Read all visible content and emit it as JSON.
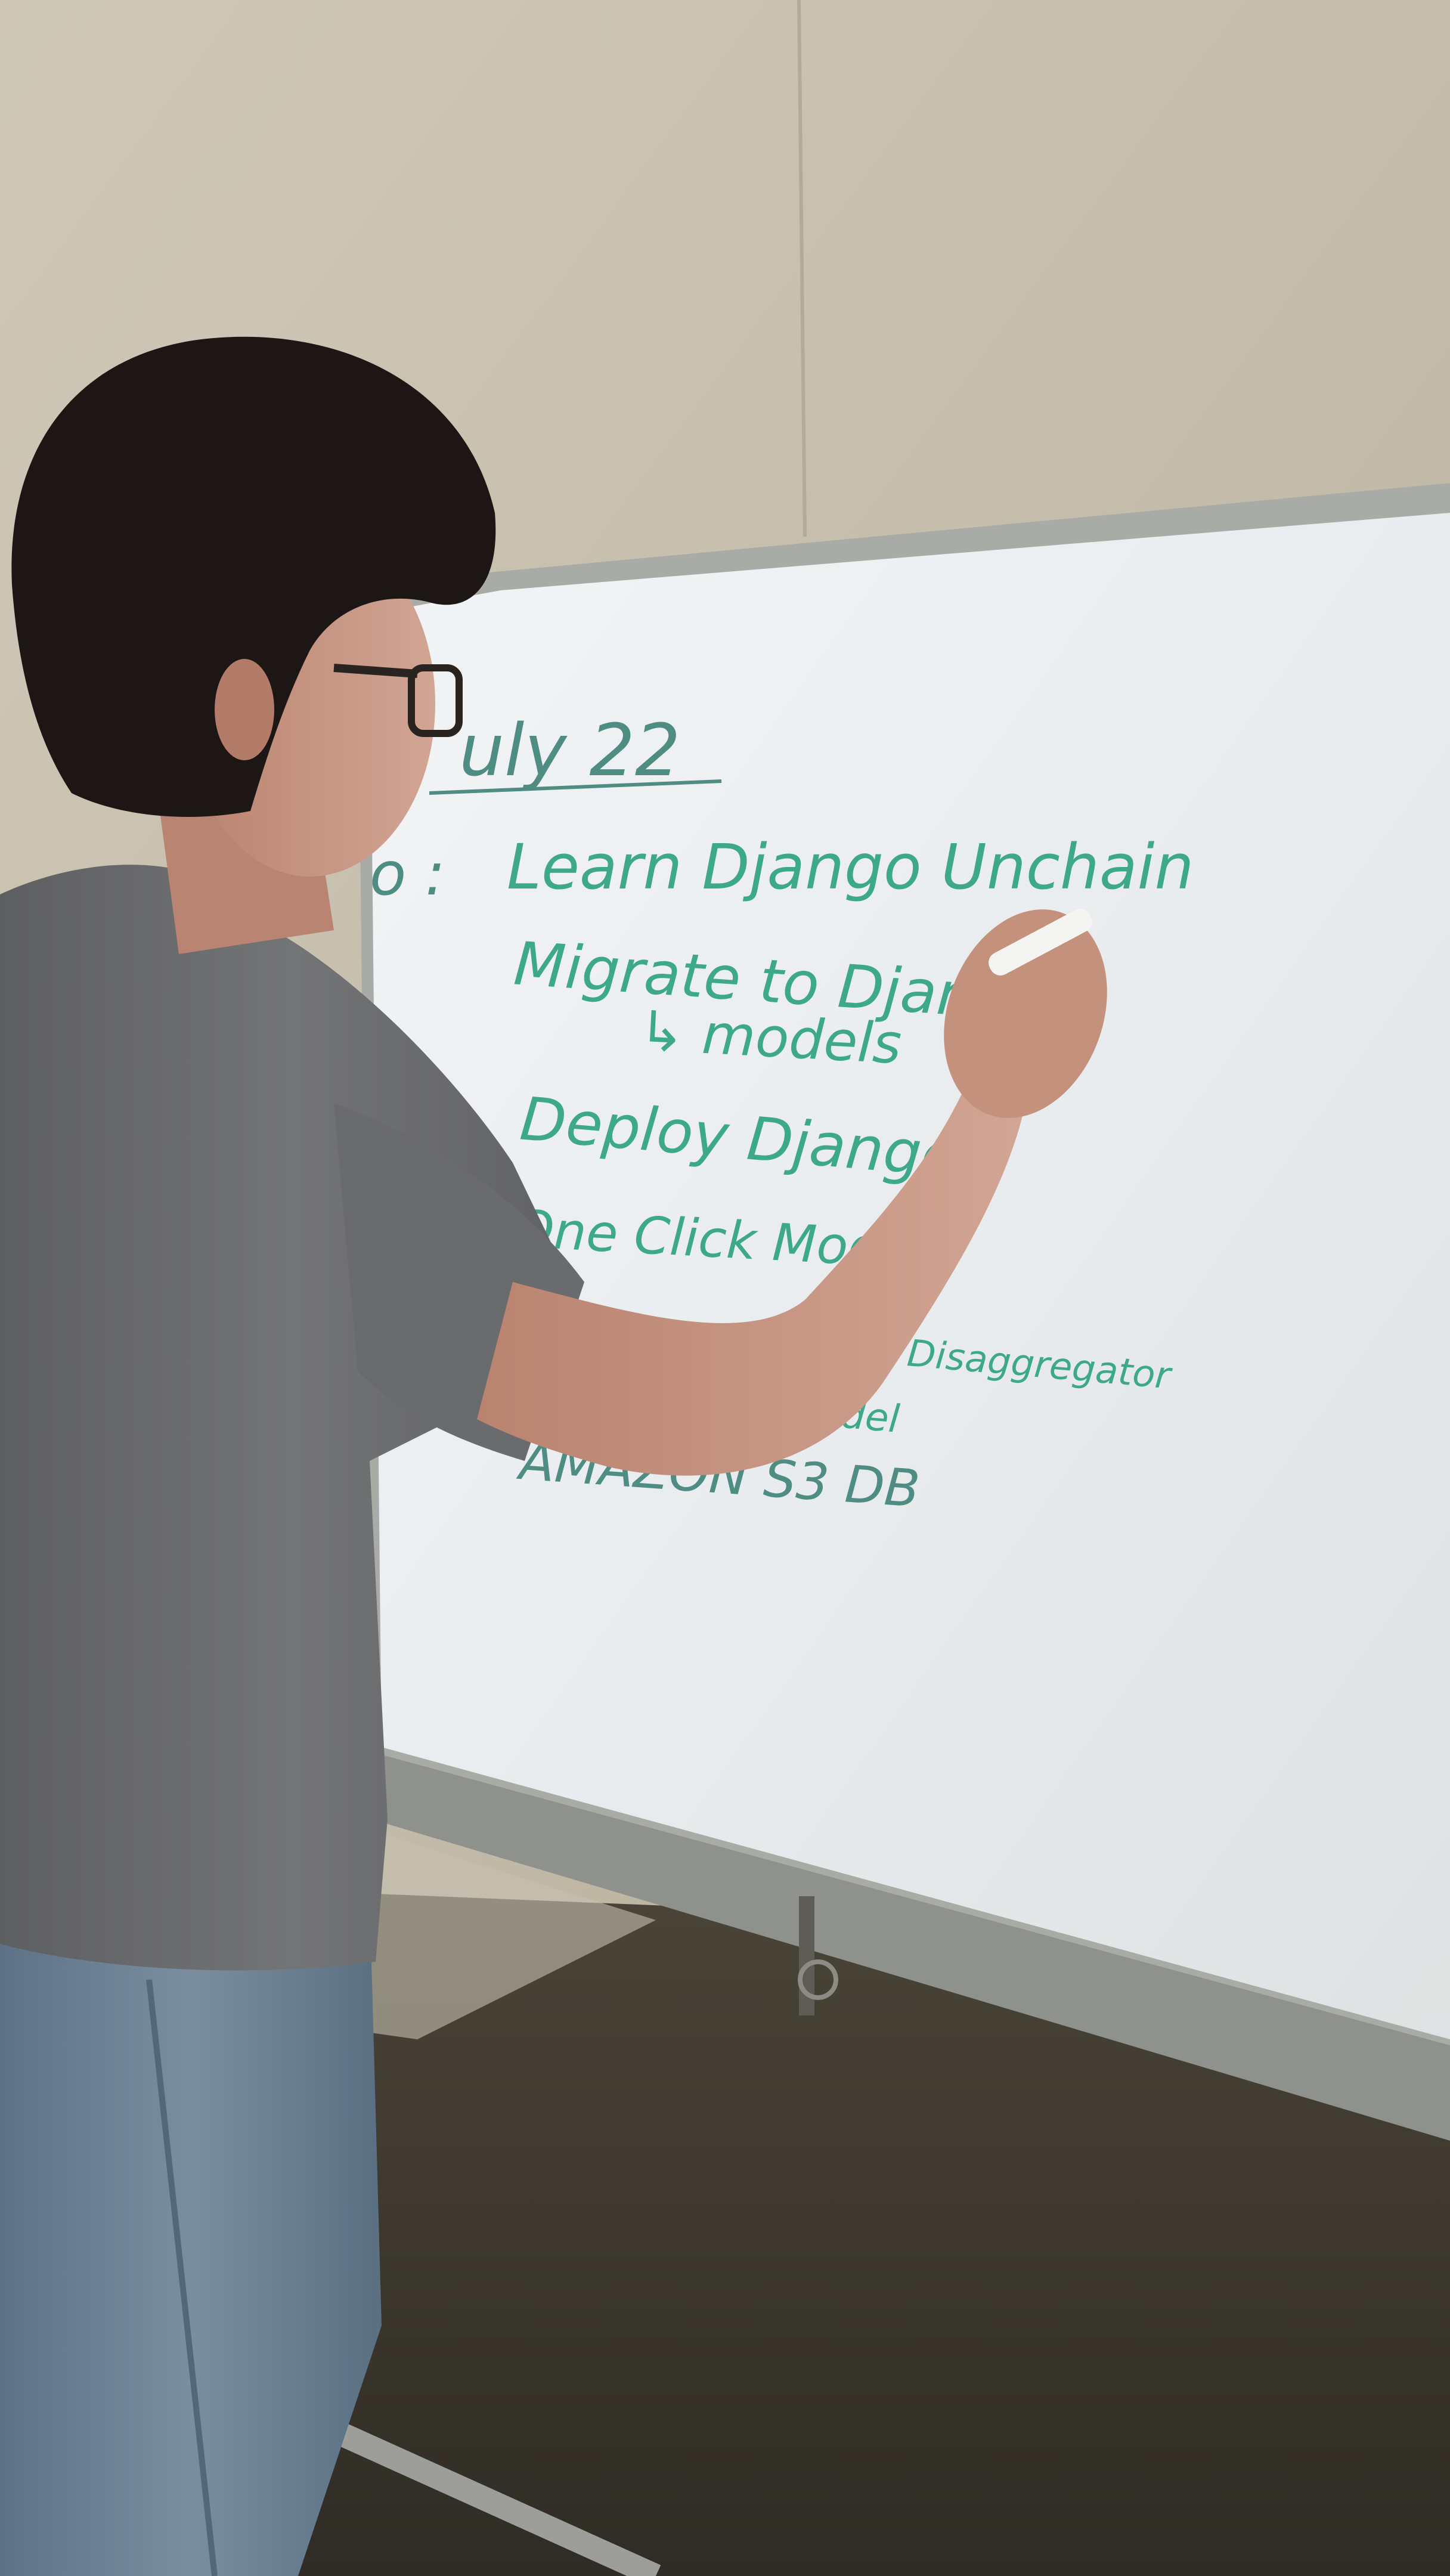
{
  "whiteboard": {
    "date_heading": "uly 22",
    "todo_prefix": "o :",
    "lines": [
      "Learn Django Unchain",
      "Migrate to Django",
      "↳ models",
      "Deploy Django",
      "One Click Mode",
      "Disaggregator",
      "odel",
      "AMAZON S3 DB"
    ]
  },
  "colors": {
    "wall": "#c4bdad",
    "board": "#eef0f2",
    "ink": "#3ea88a",
    "shirt": "#6d6e70",
    "jeans": "#6f8497",
    "hair": "#1c1715",
    "skin": "#c99a86",
    "floor": "#3f3b31"
  }
}
